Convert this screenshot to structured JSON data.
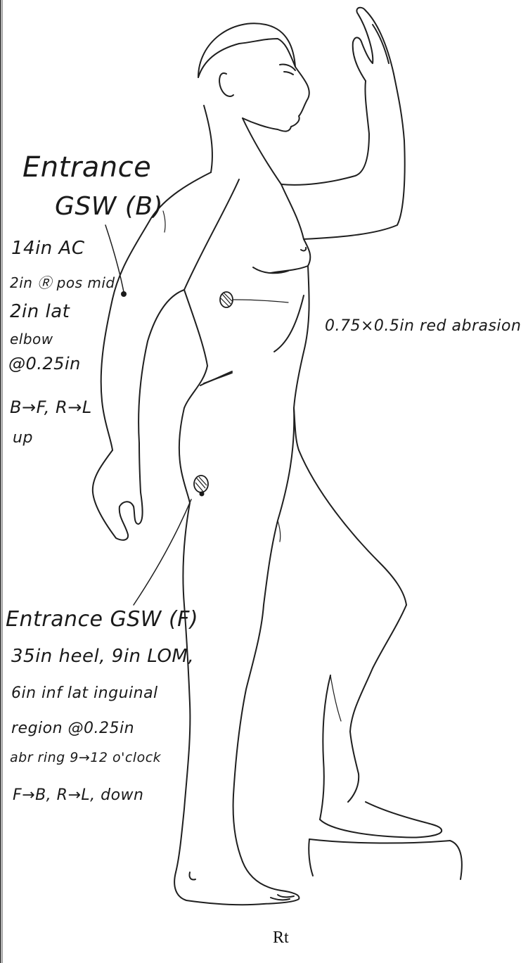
{
  "annotations": {
    "back_wound": {
      "title_line1": "Entrance",
      "title_line2": "GSW (B)",
      "details": [
        "14in AC",
        "2in Ⓡ pos mid",
        "2in lat",
        "elbow",
        "@0.25in",
        "B→F, R→L",
        "up"
      ]
    },
    "front_wound": {
      "title": "Entrance GSW (F)",
      "details": [
        "35in heel, 9in LOM,",
        "6in inf lat inguinal",
        "region @0.25in",
        "abr ring 9→12 o'clock",
        "F→B, R→L, down"
      ]
    },
    "abrasion": "0.75×0.5in red abrasion"
  },
  "view_label": "Rt",
  "colors": {
    "ink": "#1a1a1a",
    "paper": "#ffffff"
  }
}
